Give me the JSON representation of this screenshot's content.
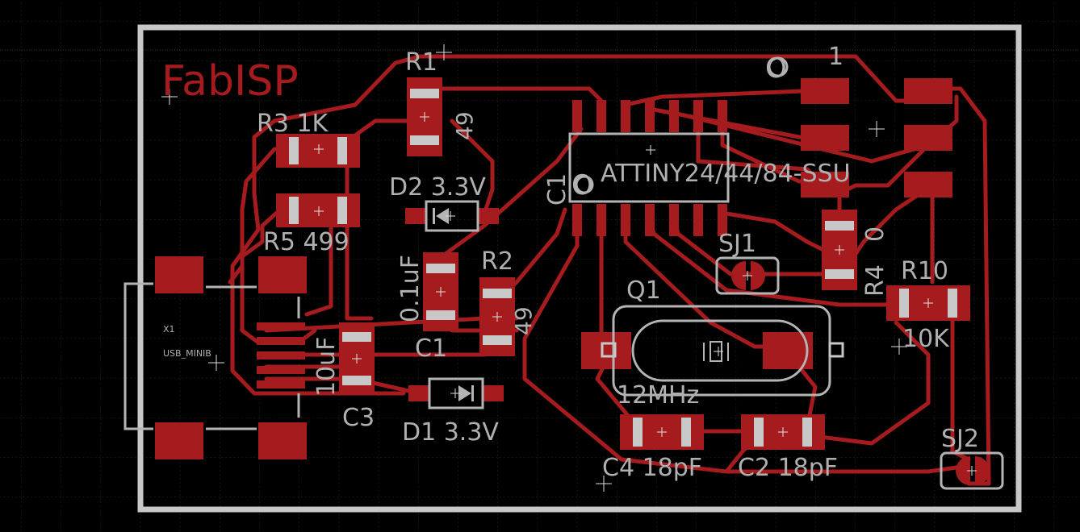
{
  "title": "FabISP",
  "colors": {
    "background": "#000000",
    "grid": "#2b2b2b",
    "copper": "#a61b1e",
    "silkscreen": "#b4b4b4",
    "outline": "#c8c8c8",
    "text": "#b0b0b0"
  },
  "labels": {
    "r1": "R1",
    "r1_value": "49",
    "r2": "R2",
    "r2_value": "49",
    "r3": "R3 1K",
    "r4": "R4",
    "r4_value": "0",
    "r5": "R5 499",
    "r10": "R10",
    "r10_value": "10K",
    "d1": "D1 3.3V",
    "d2": "D2 3.3V",
    "c1": "C1",
    "c1_value": "0.1uF",
    "c1_chip": "C1",
    "c3": "C3",
    "c3_value": "10uF",
    "c2": "C2 18pF",
    "c4": "C4 18pF",
    "q1": "Q1",
    "q1_value": "12MHz",
    "sj1": "SJ1",
    "sj2": "SJ2",
    "ic": "ATTINY24/44/84-SSU",
    "x1": "X1",
    "x1_value": "USB_MINIB",
    "header_pin": "1",
    "header_o": "O",
    "ic_o": "O"
  }
}
